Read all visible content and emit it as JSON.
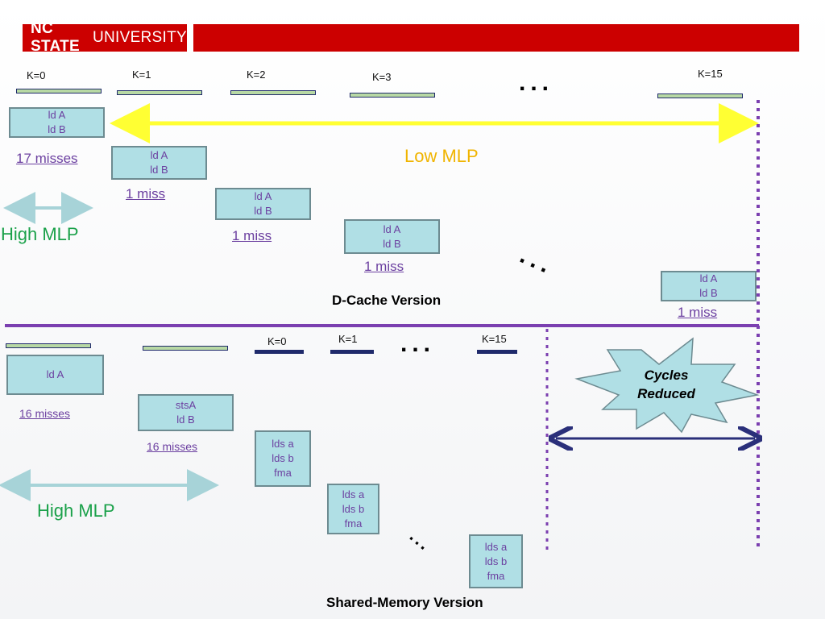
{
  "header": {
    "brand_bold": "NC STATE",
    "brand_rest": "UNIVERSITY"
  },
  "dcache": {
    "k_labels": [
      "K=0",
      "K=1",
      "K=2",
      "K=3",
      "K=15"
    ],
    "boxes": [
      {
        "line1": "ld A",
        "line2": "ld B"
      },
      {
        "line1": "ld A",
        "line2": "ld B"
      },
      {
        "line1": "ld A",
        "line2": "ld B"
      },
      {
        "line1": "ld A",
        "line2": "ld B"
      },
      {
        "line1": "ld A",
        "line2": "ld B"
      }
    ],
    "misses": [
      "17 misses",
      "1 miss",
      "1 miss",
      "1 miss",
      "1 miss"
    ],
    "low_mlp": "Low MLP",
    "high_mlp": "High MLP",
    "caption": "D-Cache Version",
    "dots": "...",
    "colors": {
      "low_mlp_arrow": "#ffff33",
      "high_mlp_arrow": "#a7d3d8",
      "divider": "#7b3fb0"
    }
  },
  "shared": {
    "k_labels": [
      "K=0",
      "K=1",
      "K=15"
    ],
    "box_lda": "ld A",
    "box_sts": {
      "line1": "stsA",
      "line2": "ld B"
    },
    "lds_boxes": [
      {
        "line1": "lds a",
        "line2": "lds b",
        "line3": "fma"
      },
      {
        "line1": "lds a",
        "line2": "lds b",
        "line3": "fma"
      },
      {
        "line1": "lds a",
        "line2": "lds b",
        "line3": "fma"
      }
    ],
    "misses": [
      "16 misses",
      "16 misses"
    ],
    "high_mlp": "High MLP",
    "cycles_reduced_line1": "Cycles",
    "cycles_reduced_line2": "Reduced",
    "caption": "Shared-Memory Version",
    "dots": "...",
    "colors": {
      "reduced_arrow": "#2a2f7a",
      "star_fill": "#b0dfe5"
    }
  }
}
